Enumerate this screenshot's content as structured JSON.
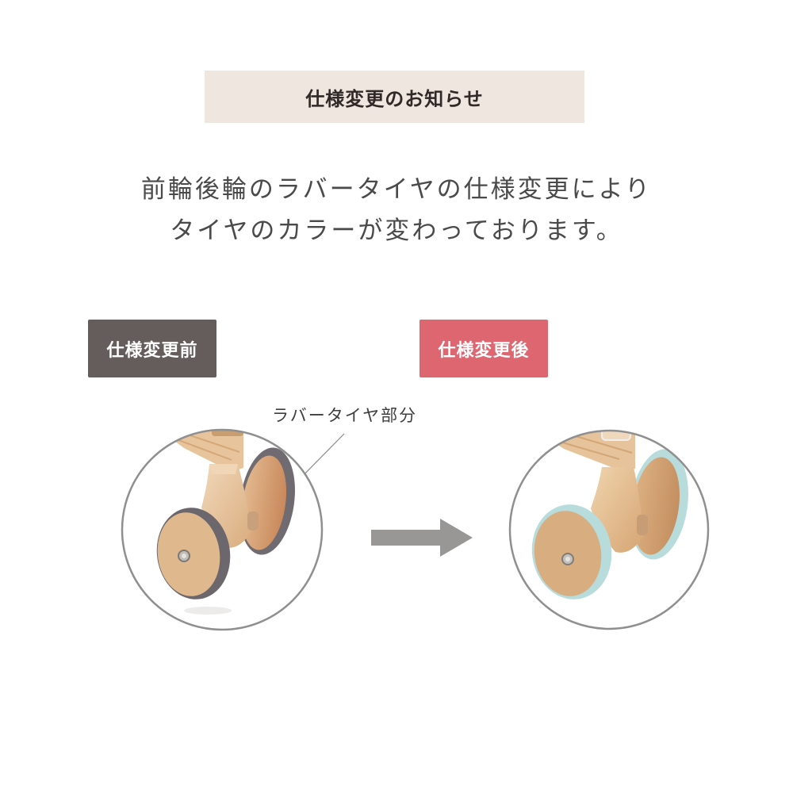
{
  "header": {
    "title": "仕様変更のお知らせ"
  },
  "description": {
    "line1": "前輪後輪のラバータイヤの仕様変更により",
    "line2": "タイヤのカラーが変わっております。"
  },
  "comparison": {
    "before": {
      "label": "仕様変更前",
      "badge_color": "#645d5b",
      "tire_color": "#6f6b70",
      "image": "wooden-caster-wheel-gray-tire"
    },
    "after": {
      "label": "仕様変更後",
      "badge_color": "#dd6671",
      "tire_color": "#b8dcdc",
      "image": "wooden-caster-wheel-mint-tire"
    },
    "callout_label": "ラバータイヤ部分",
    "arrow_icon": "arrow-right-icon",
    "arrow_color": "#999795"
  },
  "colors": {
    "title_bg": "#efe6df",
    "circle_stroke": "#8f8f8f",
    "wood": "#e7c6a1"
  }
}
